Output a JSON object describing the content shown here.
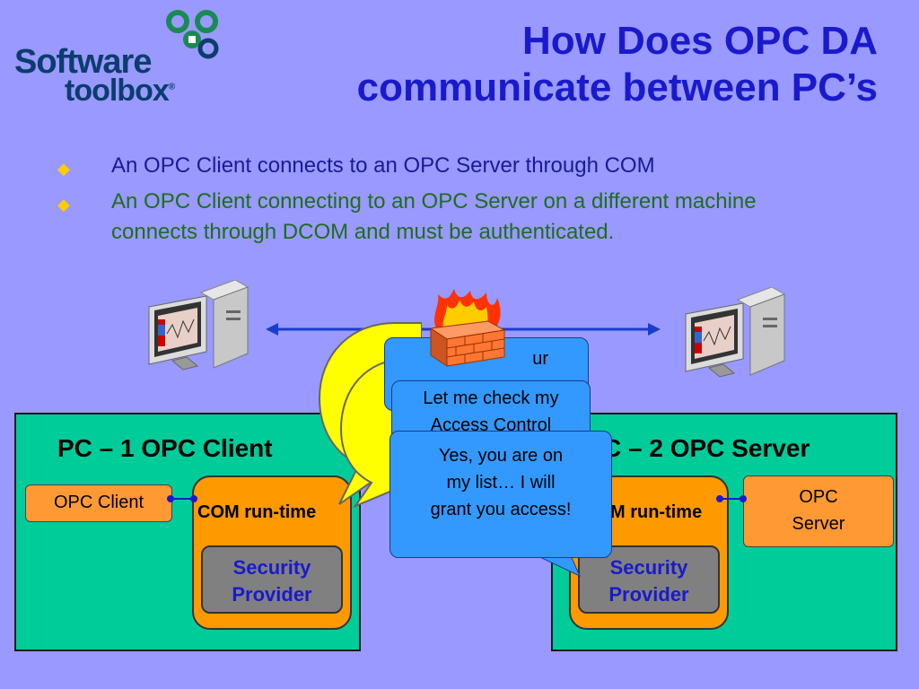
{
  "logo": {
    "line1": "Software",
    "line2": "toolbox",
    "mark": "®",
    "icon": "link-chain-icon"
  },
  "title": {
    "line1": "How Does OPC DA",
    "line2": "communicate between PC’s"
  },
  "bullets": [
    {
      "text": "An OPC Client connects to an OPC Server through COM",
      "color": "#1a1a99"
    },
    {
      "text": "An OPC Client connecting to an OPC Server on a different machine connects through DCOM and must be authenticated.",
      "color": "#1f6d1f"
    }
  ],
  "pc1": {
    "title": "PC – 1 OPC Client",
    "app_label": "OPC Client",
    "com_label": "COM run-time",
    "security_label_1": "Security",
    "security_label_2": "Provider"
  },
  "pc2": {
    "title": "C – 2 OPC Server",
    "app_label_1": "OPC",
    "app_label_2": "Server",
    "com_label": "M run-time",
    "security_label_1": "Security",
    "security_label_2": "Provider"
  },
  "callouts": {
    "back_fragment": "ur",
    "middle_line1": "Let me check my",
    "middle_line2": "Access Control",
    "front_line1": "Yes, you are on",
    "front_line2": "my list… I will",
    "front_line3": "grant you access!"
  },
  "colors": {
    "background": "#9999ff",
    "pc_box": "#00cc99",
    "title": "#1a1acc",
    "com_box": "#ff9900",
    "callout": "#3399ff",
    "speech_bubble": "#ffff00"
  },
  "icons": [
    "computer-icon",
    "firewall-icon",
    "double-arrow-icon"
  ]
}
